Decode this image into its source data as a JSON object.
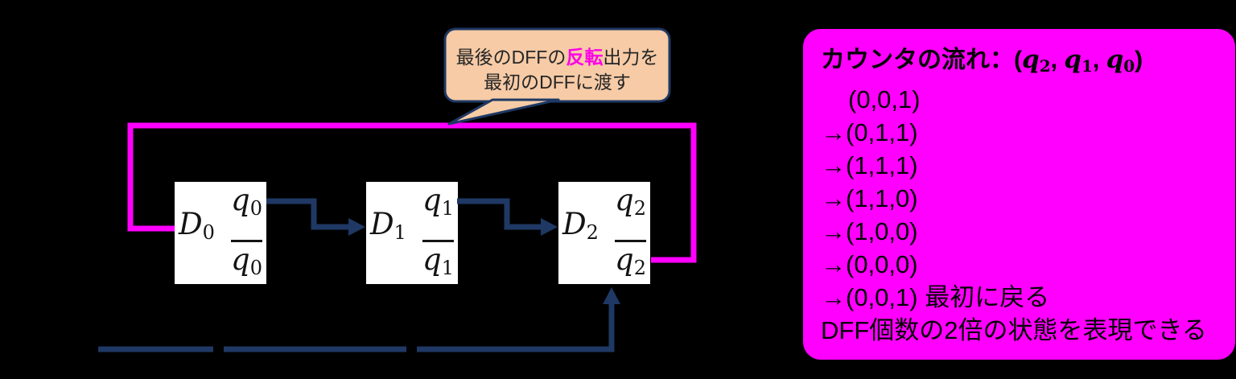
{
  "diagram": {
    "callout": {
      "line1_pre": "最後のDFFの",
      "line1_highlight": "反転",
      "line1_post": "出力を",
      "line2": "最初のDFFに渡す"
    },
    "dffs": [
      {
        "d_base": "D",
        "d_sub": "0",
        "q_base": "q",
        "q_sub": "0",
        "qbar_base": "q",
        "qbar_sub": "0"
      },
      {
        "d_base": "D",
        "d_sub": "1",
        "q_base": "q",
        "q_sub": "1",
        "qbar_base": "q",
        "qbar_sub": "1"
      },
      {
        "d_base": "D",
        "d_sub": "2",
        "q_base": "q",
        "q_sub": "2",
        "qbar_base": "q",
        "qbar_sub": "2"
      }
    ]
  },
  "panel": {
    "title_prefix": "カウンタの流れ：(",
    "comma": ", ",
    "title_suffix": ")",
    "vars": [
      {
        "base": "q",
        "sub": "2"
      },
      {
        "base": "q",
        "sub": "1"
      },
      {
        "base": "q",
        "sub": "0"
      }
    ],
    "lines": [
      "(0,0,1)",
      "→(0,1,1)",
      "→(1,1,1)",
      "→(1,1,0)",
      "→(1,0,0)",
      "→(0,0,0)",
      "→(0,0,1) 最初に戻る",
      "DFF個数の2倍の状態を表現できる"
    ]
  },
  "colors": {
    "background": "#000000",
    "wire_navy": "#1f3864",
    "feedback_magenta": "#ff00ff",
    "panel_background": "#ff00ff",
    "panel_text": "#000000",
    "callout_fill": "#f6cba6",
    "callout_border": "#1f3864",
    "callout_text": "#262626",
    "highlight_magenta": "#ff00e6",
    "dff_fill": "#ffffff",
    "dff_text": "#141414"
  }
}
